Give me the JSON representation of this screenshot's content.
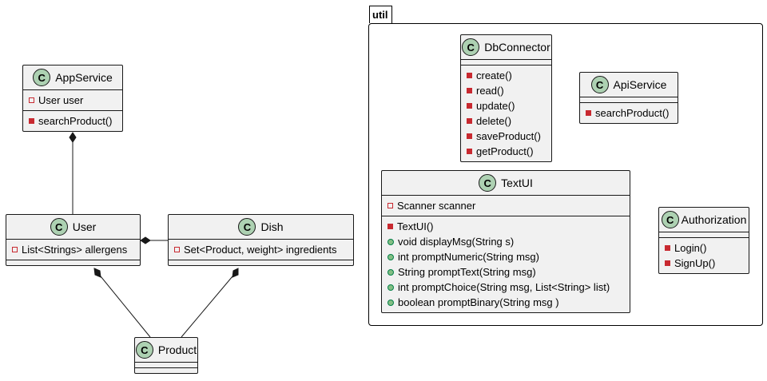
{
  "package": {
    "name": "util"
  },
  "classes": {
    "appservice": {
      "name": "AppService",
      "badge": "C",
      "fields": [
        {
          "text": "User user",
          "vis": "private-field"
        }
      ],
      "methods": [
        {
          "text": "searchProduct()",
          "vis": "private-method"
        }
      ]
    },
    "user": {
      "name": "User",
      "badge": "C",
      "fields": [
        {
          "text": "List<Strings> allergens",
          "vis": "private-field"
        }
      ],
      "methods": []
    },
    "dish": {
      "name": "Dish",
      "badge": "C",
      "fields": [
        {
          "text": "Set<Product, weight> ingredients",
          "vis": "private-field"
        }
      ],
      "methods": []
    },
    "product": {
      "name": "Product",
      "badge": "C",
      "fields": [],
      "methods": []
    },
    "dbconnector": {
      "name": "DbConnector",
      "badge": "C",
      "fields": [],
      "methods": [
        {
          "text": "create()",
          "vis": "private-method"
        },
        {
          "text": "read()",
          "vis": "private-method"
        },
        {
          "text": "update()",
          "vis": "private-method"
        },
        {
          "text": "delete()",
          "vis": "private-method"
        },
        {
          "text": "saveProduct()",
          "vis": "private-method"
        },
        {
          "text": "getProduct()",
          "vis": "private-method"
        }
      ]
    },
    "apiservice": {
      "name": "ApiService",
      "badge": "C",
      "fields": [],
      "methods": [
        {
          "text": "searchProduct()",
          "vis": "private-method"
        }
      ]
    },
    "textui": {
      "name": "TextUI",
      "badge": "C",
      "fields": [
        {
          "text": "Scanner scanner",
          "vis": "private-field"
        }
      ],
      "methods": [
        {
          "text": "TextUI()",
          "vis": "private-method"
        },
        {
          "text": "void displayMsg(String s)",
          "vis": "public-method"
        },
        {
          "text": "int promptNumeric(String msg)",
          "vis": "public-method"
        },
        {
          "text": "String promptText(String msg)",
          "vis": "public-method"
        },
        {
          "text": "int promptChoice(String msg, List<String> list)",
          "vis": "public-method"
        },
        {
          "text": "boolean promptBinary(String msg )",
          "vis": "public-method"
        }
      ]
    },
    "authorization": {
      "name": "Authorization",
      "badge": "C",
      "fields": [],
      "methods": [
        {
          "text": "Login()",
          "vis": "private-method"
        },
        {
          "text": "SignUp()",
          "vis": "private-method"
        }
      ]
    }
  },
  "relations": [
    {
      "from": "appservice",
      "to": "user",
      "type": "composition"
    },
    {
      "from": "user",
      "to": "dish",
      "type": "composition"
    },
    {
      "from": "user",
      "to": "product",
      "type": "composition"
    },
    {
      "from": "dish",
      "to": "product",
      "type": "composition"
    }
  ],
  "colors": {
    "class_fill": "#f1f1f1",
    "badge_fill": "#add1b2",
    "private_marker": "#c82930",
    "public_marker": "#84be84",
    "line": "#181818"
  }
}
